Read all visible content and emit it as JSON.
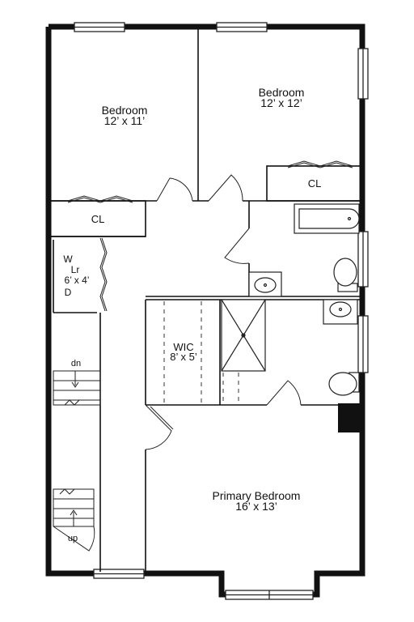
{
  "rooms": {
    "bedroom_left": {
      "name": "Bedroom",
      "size": "12’ x 11’"
    },
    "bedroom_right": {
      "name": "Bedroom",
      "size": "12’ x 12’"
    },
    "closet_left": {
      "name": "CL"
    },
    "closet_right": {
      "name": "CL"
    },
    "laundry": {
      "line1": "W",
      "line2": "Lr",
      "size": "6’ x 4’",
      "line3": "D"
    },
    "wic": {
      "name": "WIC",
      "size": "8’ x 5’"
    },
    "primary_bedroom": {
      "name": "Primary Bedroom",
      "size": "16’ x 13’"
    }
  },
  "stairs": {
    "down_label": "dn",
    "up_label": "up"
  },
  "colors": {
    "wall": "#111111",
    "line": "#222222",
    "background": "#ffffff"
  }
}
